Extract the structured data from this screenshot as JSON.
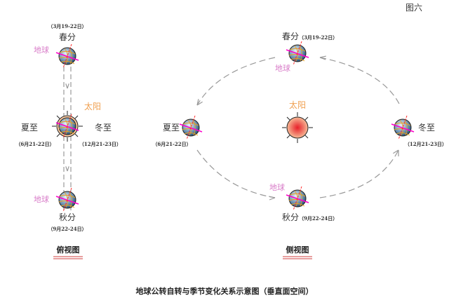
{
  "figure_label": "图六",
  "top_view": {
    "title": "俯视图",
    "sun_label": "太阳",
    "earth_label": "地球",
    "spring": {
      "name": "春分",
      "date": "（3月19-22日）"
    },
    "summer": {
      "name": "夏至",
      "date": "（6月21-22日）"
    },
    "autumn": {
      "name": "秋分",
      "date": "（9月22-24日）"
    },
    "winter": {
      "name": "冬至",
      "date": "（12月21-23日）"
    }
  },
  "side_view": {
    "title": "侧视图",
    "sun_label": "太阳",
    "earth_label": "地球",
    "spring": {
      "name": "春分",
      "date": "（3月19-22日）"
    },
    "summer": {
      "name": "夏至",
      "date": "（6月21-22日）"
    },
    "autumn": {
      "name": "秋分",
      "date": "（9月22-24日）"
    },
    "winter": {
      "name": "冬至",
      "date": "（12月21-23日）"
    }
  },
  "caption": "地球公转自转与季节变化关系示意图（垂直面空间）",
  "colors": {
    "earth_label": "#d87cc8",
    "sun_label": "#f0a050",
    "axis": "#ff2a2a",
    "equator": "#ff00cc"
  }
}
